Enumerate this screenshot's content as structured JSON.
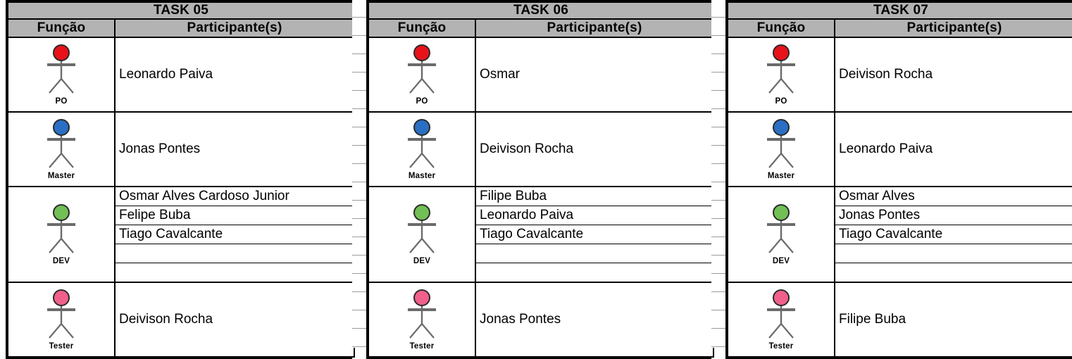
{
  "document": {
    "type": "spreadsheet-table-group",
    "header_fill": "#b3b3b3",
    "border_color": "#000000",
    "gridline_color": "#9b9b9b",
    "background": "#ffffff"
  },
  "columns": {
    "funcao": "Função",
    "participantes": "Participante(s)"
  },
  "roles": {
    "po": {
      "label": "PO",
      "color": "#e8131a"
    },
    "master": {
      "label": "Master",
      "color": "#2b6fc4"
    },
    "dev": {
      "label": "DEV",
      "color": "#72bf56"
    },
    "tester": {
      "label": "Tester",
      "color": "#f0608a"
    }
  },
  "tables": [
    {
      "title": "TASK 05",
      "rows": [
        {
          "role": "po",
          "participants": [
            "Leonardo Paiva"
          ]
        },
        {
          "role": "master",
          "participants": [
            "Jonas Pontes"
          ]
        },
        {
          "role": "dev",
          "participants": [
            "Osmar Alves Cardoso Junior",
            "Felipe Buba",
            "Tiago Cavalcante",
            "",
            ""
          ]
        },
        {
          "role": "tester",
          "participants": [
            "Deivison Rocha"
          ]
        }
      ]
    },
    {
      "title": "TASK 06",
      "rows": [
        {
          "role": "po",
          "participants": [
            "Osmar"
          ]
        },
        {
          "role": "master",
          "participants": [
            "Deivison Rocha"
          ]
        },
        {
          "role": "dev",
          "participants": [
            "Filipe Buba",
            "Leonardo Paiva",
            "Tiago Cavalcante",
            "",
            ""
          ]
        },
        {
          "role": "tester",
          "participants": [
            "Jonas Pontes"
          ]
        }
      ]
    },
    {
      "title": "TASK 07",
      "rows": [
        {
          "role": "po",
          "participants": [
            "Deivison Rocha"
          ]
        },
        {
          "role": "master",
          "participants": [
            "Leonardo Paiva"
          ]
        },
        {
          "role": "dev",
          "participants": [
            "Osmar Alves",
            "Jonas Pontes",
            "Tiago Cavalcante",
            "",
            ""
          ]
        },
        {
          "role": "tester",
          "participants": [
            "Filipe Buba"
          ]
        }
      ]
    }
  ]
}
